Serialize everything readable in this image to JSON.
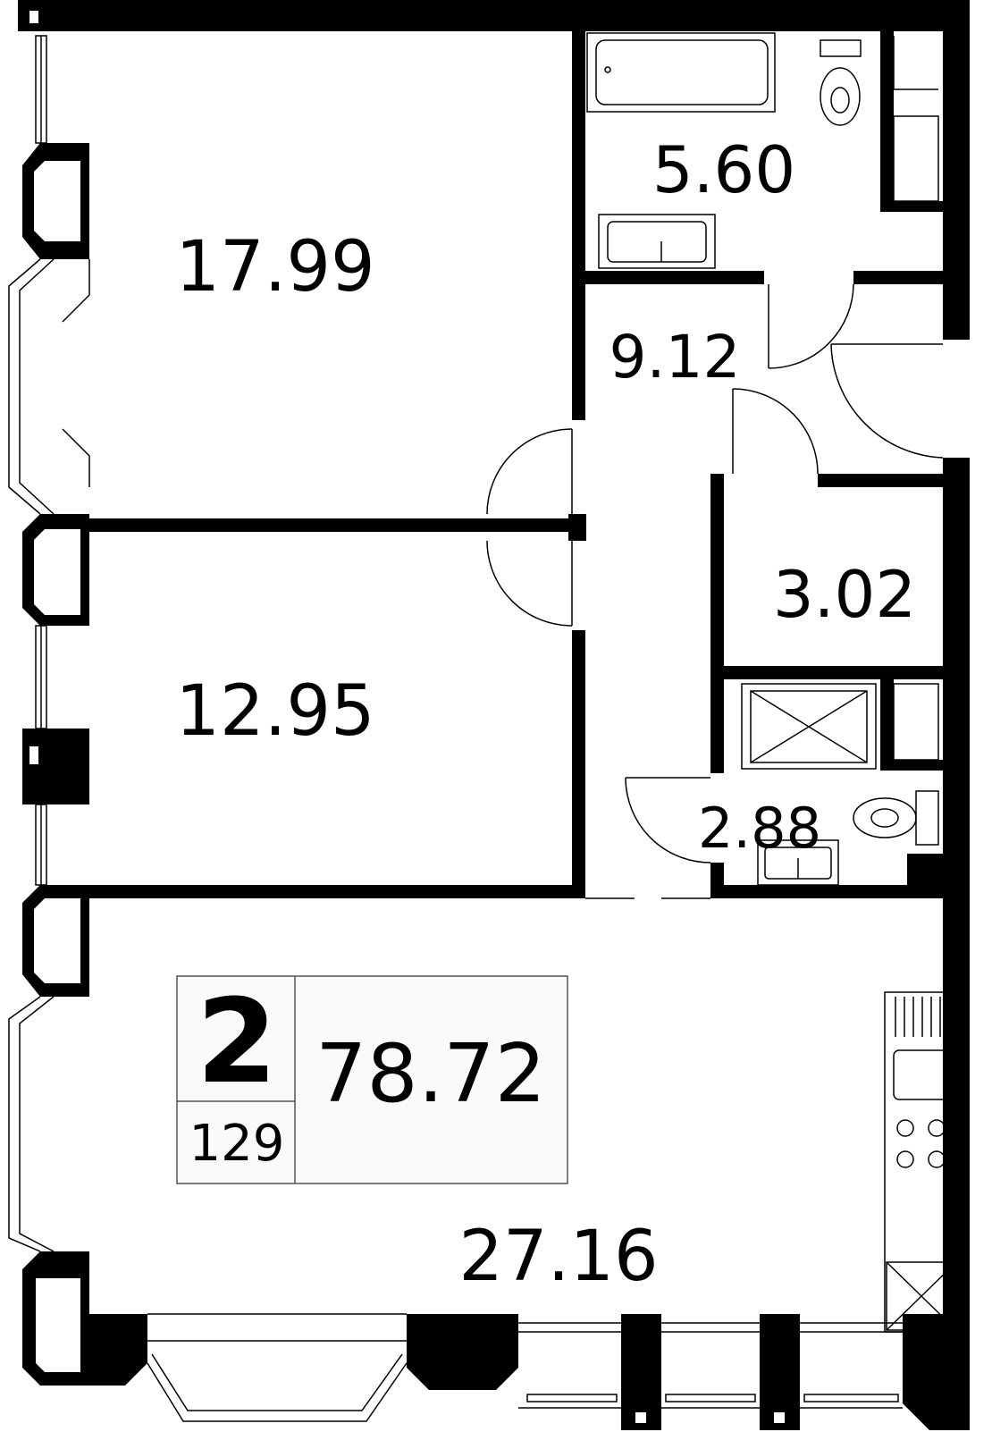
{
  "plan": {
    "rooms_count": "2",
    "apartment_number": "129",
    "total_area": "78.72",
    "rooms": [
      {
        "name": "bedroom-1",
        "area": "17.99"
      },
      {
        "name": "bathroom",
        "area": "5.60"
      },
      {
        "name": "hallway",
        "area": "9.12"
      },
      {
        "name": "storage",
        "area": "3.02"
      },
      {
        "name": "bedroom-2",
        "area": "12.95"
      },
      {
        "name": "shower-room",
        "area": "2.88"
      },
      {
        "name": "kitchen-living",
        "area": "27.16"
      }
    ]
  },
  "colors": {
    "wall": "#000000",
    "info_box_bg": "#fafafa",
    "info_box_border": "#555555"
  }
}
